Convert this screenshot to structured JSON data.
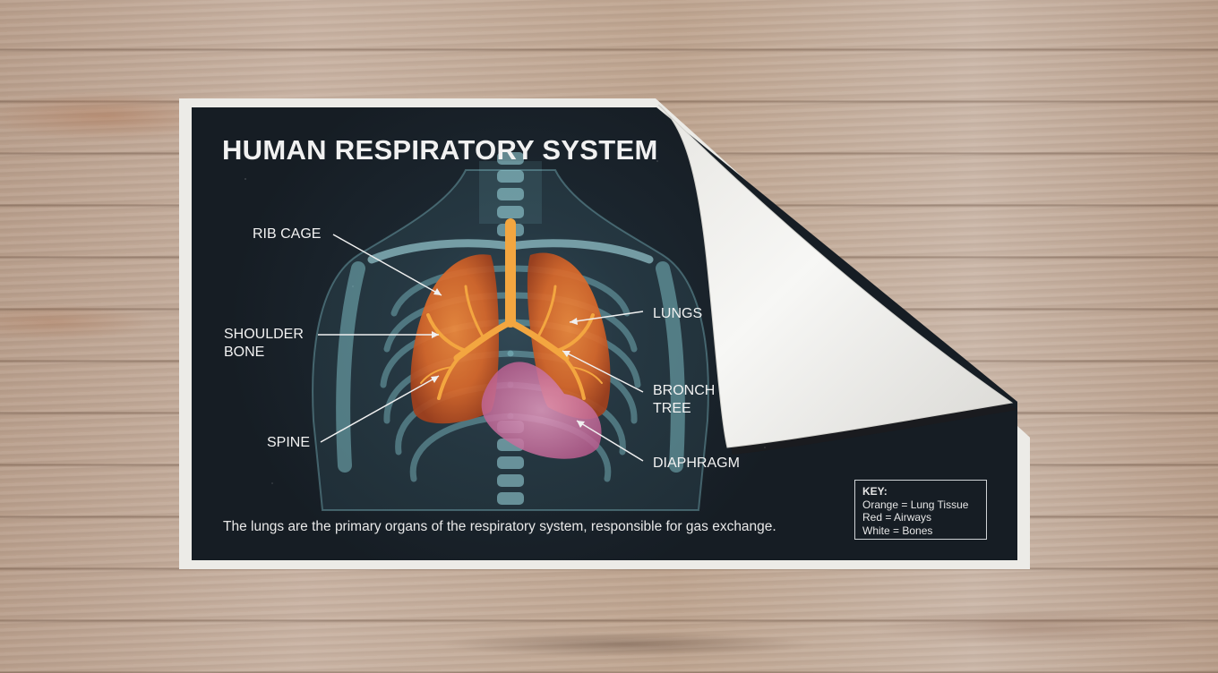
{
  "poster": {
    "title": "HUMAN RESPIRATORY SYSTEM",
    "labels": {
      "rib_cage": "RIB CAGE",
      "shoulder_bone": "SHOULDER\nBONE",
      "spine": "SPINE",
      "lungs": "LUNGS",
      "bronchial_tree": "BRONCH\nTREE",
      "diaphragm": "DIAPHRAGM"
    },
    "caption": "The lungs are the primary organs of the respiratory system, responsible for gas exchange.",
    "key": {
      "title": "KEY:",
      "items": [
        "Orange = Lung Tissue",
        "Red = Airways",
        "White = Bones"
      ]
    }
  },
  "colors": {
    "poster_background": "#1c2730",
    "lung_tissue": "#d9682a",
    "airways": "#f0a13a",
    "diaphragm": "#d77aa8",
    "bones": "#8fd4dc"
  }
}
